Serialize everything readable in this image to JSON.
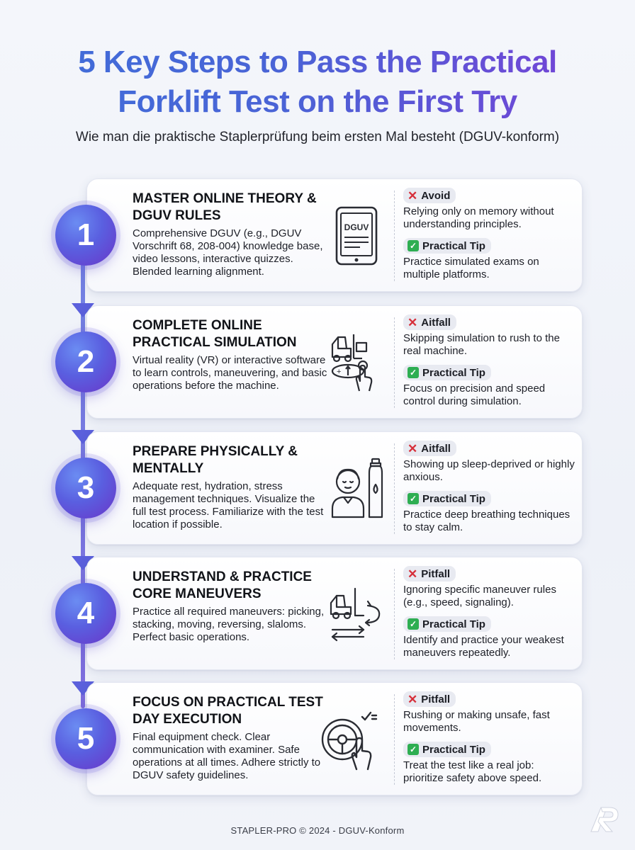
{
  "header": {
    "title_line1": "5 Key Steps to Pass the Practical",
    "title_line2": "Forklift Test on the First Try",
    "subtitle": "Wie man die praktische Staplerprüfung beim ersten Mal besteht (DGUV-konform)"
  },
  "steps": [
    {
      "number": "1",
      "heading": "MASTER ONLINE THEORY & DGUV RULES",
      "body": "Comprehensive DGUV (e.g., DGUV Vorschrift 68, 208-004) knowledge base, video lessons, interactive quizzes. Blended learning alignment.",
      "icon": "tablet-icon",
      "icon_text": "DGUV",
      "avoid_label": "Avoid",
      "avoid_text": "Relying only on memory without understanding principles.",
      "tip_label": "Practical Tip",
      "tip_text": "Practice simulated exams on multiple platforms."
    },
    {
      "number": "2",
      "heading": "COMPLETE ONLINE PRACTICAL SIMULATION",
      "body": "Virtual reality (VR) or interactive software to learn controls, maneuvering, and basic operations before the machine.",
      "icon": "forklift-touch-icon",
      "avoid_label": "Aitfall",
      "avoid_text": "Skipping simulation to rush to the real machine.",
      "tip_label": "Practical Tip",
      "tip_text": "Focus on precision and speed control during simulation."
    },
    {
      "number": "3",
      "heading": "PREPARE PHYSICALLY & MENTALLY",
      "body": "Adequate rest, hydration, stress management techniques. Visualize the full test process. Familiarize with the test location if possible.",
      "icon": "person-bottle-icon",
      "avoid_label": "Aitfall",
      "avoid_text": "Showing up sleep-deprived or highly anxious.",
      "tip_label": "Practical Tip",
      "tip_text": "Practice deep breathing techniques to stay calm."
    },
    {
      "number": "4",
      "heading": "UNDERSTAND & PRACTICE CORE MANEUVERS",
      "body": "Practice all required maneuvers: picking, stacking, moving, reversing, slaloms. Perfect basic operations.",
      "icon": "forklift-maneuver-icon",
      "avoid_label": "Pitfall",
      "avoid_text": "Ignoring specific maneuver rules (e.g., speed, signaling).",
      "tip_label": "Practical Tip",
      "tip_text": "Identify and practice your weakest maneuvers repeatedly."
    },
    {
      "number": "5",
      "heading": "FOCUS ON PRACTICAL TEST DAY EXECUTION",
      "body": "Final equipment check. Clear communication with examiner. Safe operations at all times. Adhere strictly to DGUV safety guidelines.",
      "icon": "steering-wheel-icon",
      "avoid_label": "Pitfall",
      "avoid_text": "Rushing or making unsafe, fast movements.",
      "tip_label": "Practical Tip",
      "tip_text": "Treat the test like a real job: prioritize safety above speed."
    }
  ],
  "footer": {
    "text": "STAPLER-PRO © 2024 - DGUV-Konform"
  },
  "colors": {
    "accent_blue": "#3f6fd9",
    "accent_purple": "#7a3fd6",
    "avoid_red": "#d62f3a",
    "tip_green": "#2eae52"
  }
}
